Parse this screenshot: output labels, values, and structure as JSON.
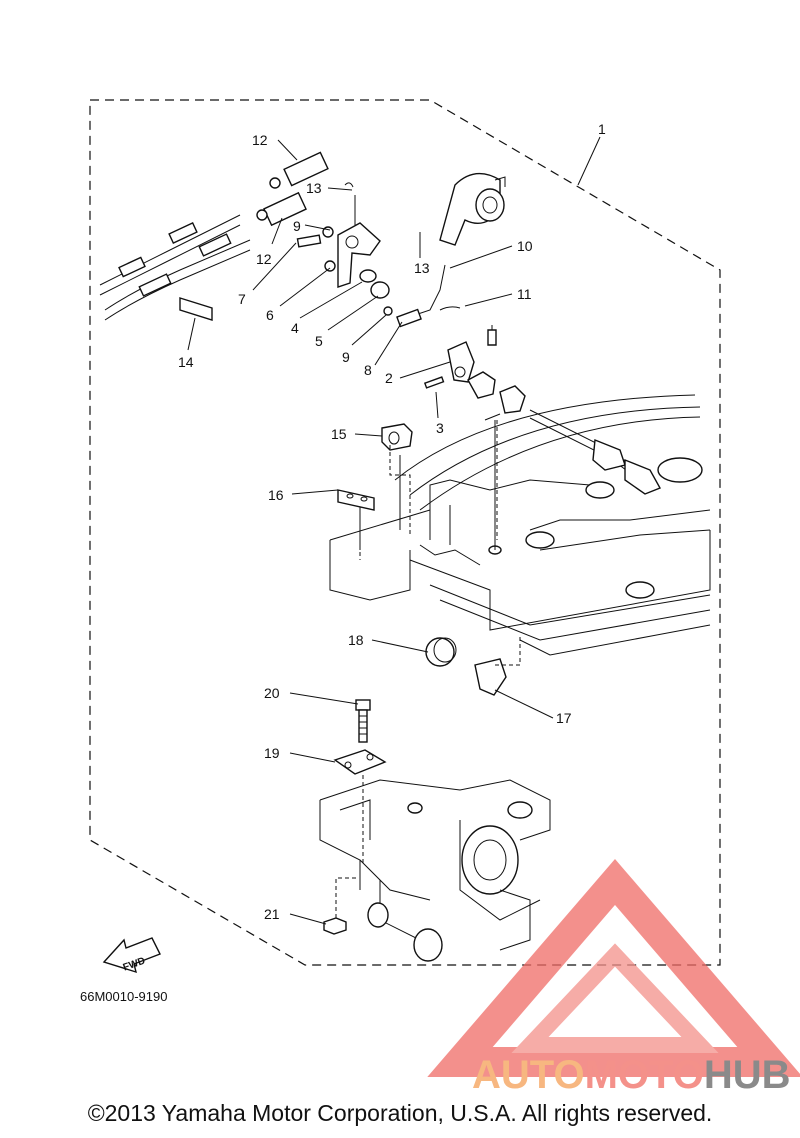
{
  "diagram": {
    "callouts": [
      "1",
      "2",
      "3",
      "4",
      "5",
      "6",
      "7",
      "8",
      "9",
      "9",
      "10",
      "11",
      "12",
      "12",
      "13",
      "13",
      "14",
      "15",
      "16",
      "17",
      "18",
      "19",
      "20",
      "21"
    ],
    "fwd_label": "FWD",
    "drawing_code": "66M0010-9190"
  },
  "watermark": {
    "part1": "AUTO",
    "part2": "MOTO",
    "part3": "HUB",
    "colors": {
      "auto": "#f7b780",
      "moto": "#f4918a",
      "hub": "#8a8a8a",
      "logo": "#ef6b66"
    }
  },
  "footer": {
    "copyright": "©2013 Yamaha Motor Corporation, U.S.A. All rights reserved."
  }
}
